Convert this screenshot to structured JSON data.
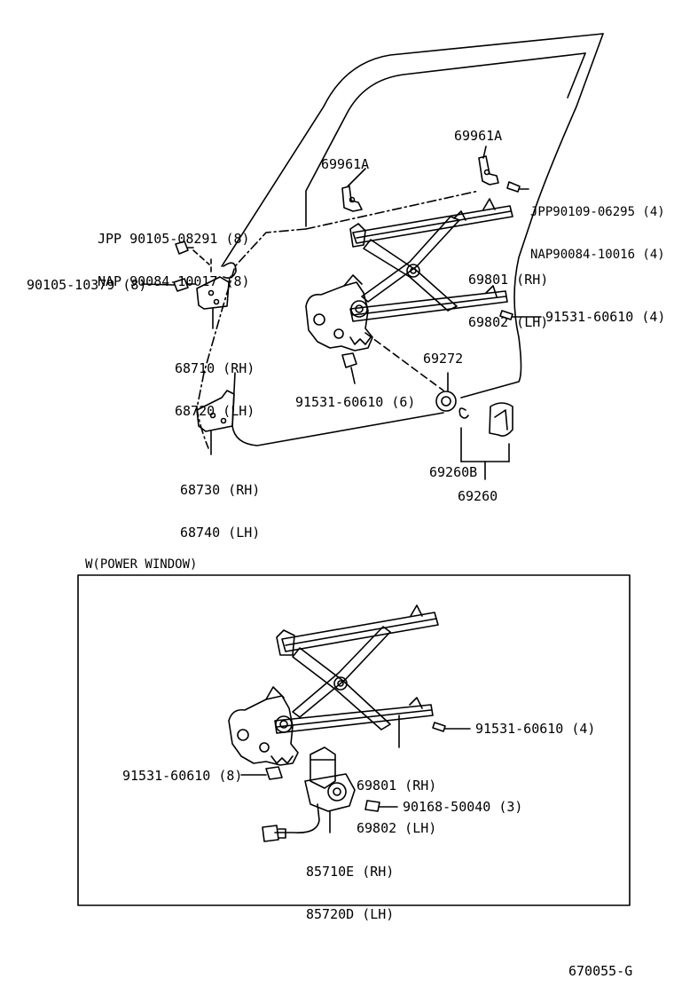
{
  "section_title": "W(POWER WINDOW)",
  "diagram_ref": "670055-G",
  "labels": {
    "p69961a_left": "69961A",
    "p69961a_right": "69961A",
    "jpp_90109": "JPP90109-06295 (4)",
    "nap_90084_10016": "NAP90084-10016 (4)",
    "jpp_90105": "JPP 90105-08291 (8)",
    "nap_90084_10017": "NAP 90084-10017 (8)",
    "p69801_top": "69801 (RH)",
    "p69802_top": "69802 (LH)",
    "p90105_10379": "90105-10379 (8)",
    "p91531_top": "91531-60610 (4)",
    "p68710": "68710 (RH)",
    "p68720": "68720 (LH)",
    "p69272": "69272",
    "p91531_six": "91531-60610 (6)",
    "p68730": "68730 (RH)",
    "p68740": "68740 (LH)",
    "p69260b": "69260B",
    "p69260": "69260",
    "p91531_pw4": "91531-60610 (4)",
    "p69801_pw": "69801 (RH)",
    "p69802_pw": "69802 (LH)",
    "p91531_pw8": "91531-60610 (8)",
    "p90168": "90168-50040 (3)",
    "p85710e": "85710E (RH)",
    "p85720d": "85720D (LH)"
  }
}
